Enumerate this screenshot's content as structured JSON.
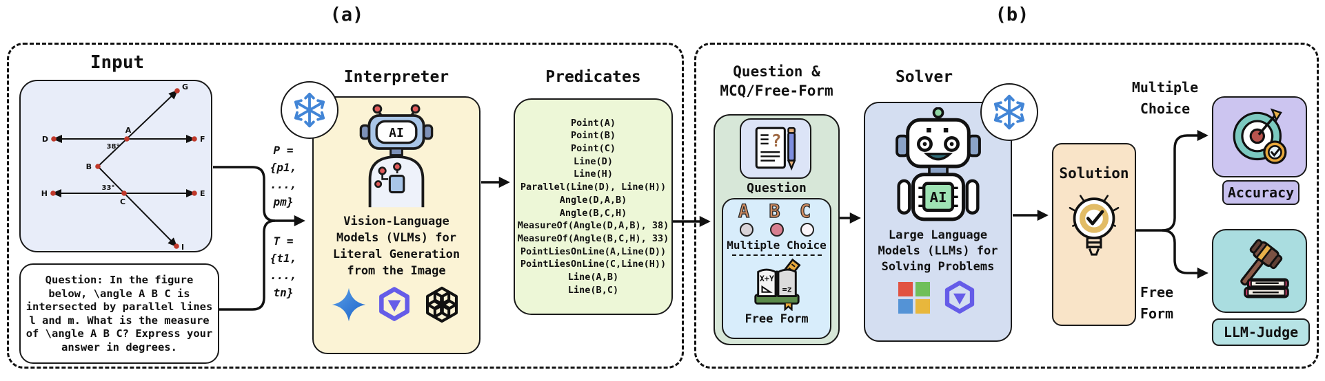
{
  "colors": {
    "panel_border": "#1a1a1a",
    "figure_box_bg": "#e8edf9",
    "interpreter_box_bg": "#fbf3d5",
    "predicates_box_bg": "#edf7d7",
    "question_mcq_box_bg": "#d7e7d8",
    "question_icon_box_bg": "#dce4f7",
    "mcq_subbox_bg": "#d8edfb",
    "solver_box_bg": "#d4def1",
    "solution_box_bg": "#f9e4c8",
    "accuracy_bg": "#ccc5f0",
    "llm_judge_bg": "#aadde0",
    "snowflake_blue": "#4285d6",
    "point_red": "#c0392b"
  },
  "panel_a": {
    "label": "(a)",
    "input": {
      "title": "Input",
      "figure": {
        "points": {
          "D": "D",
          "A": "A",
          "F": "F",
          "G": "G",
          "B": "B",
          "H": "H",
          "C": "C",
          "E": "E",
          "I": "I"
        },
        "angle_at_A": "38°",
        "angle_at_C": "33°"
      },
      "question_lines": [
        "Question: In the figure",
        "below, \\angle A B C is",
        "intersected by parallel lines",
        "l and m. What is the measure",
        "of \\angle A B C? Express your",
        "answer in degrees."
      ]
    },
    "p_set_lines": [
      "P =",
      "{p1,",
      "...,",
      "pm}"
    ],
    "t_set_lines": [
      "T =",
      "{t1,",
      "...,",
      "tn}"
    ],
    "interpreter": {
      "title": "Interpreter",
      "robot_label": "AI",
      "description_lines": [
        "Vision-Language",
        "Models (VLMs) for",
        "Literal Generation",
        "from the Image"
      ],
      "logos": [
        "gemini",
        "qwen",
        "openai"
      ]
    },
    "predicates": {
      "title": "Predicates",
      "items": [
        "Point(A)",
        "Point(B)",
        "Point(C)",
        "Line(D)",
        "Line(H)",
        "Parallel(Line(D), Line(H))",
        "Angle(D,A,B)",
        "Angle(B,C,H)",
        "MeasureOf(Angle(D,A,B), 38)",
        "MeasureOf(Angle(B,C,H), 33)",
        "PointLiesOnLine(A,Line(D))",
        "PointLiesOnLine(C,Line(H))",
        "Line(A,B)",
        "Line(B,C)"
      ]
    }
  },
  "panel_b": {
    "label": "(b)",
    "question_mcq": {
      "title_lines": [
        "Question &",
        "MCQ/Free-Form"
      ],
      "question_label": "Question",
      "question_icon_mark": "?",
      "mcq_letters": "A B C",
      "multiple_choice_label": "Multiple Choice",
      "book_text_1": "X+Y",
      "book_text_2": "=z",
      "free_form_label": "Free Form"
    },
    "solver": {
      "title": "Solver",
      "robot_label": "AI",
      "description_lines": [
        "Large Language",
        "Models (LLMs) for",
        "Solving Problems"
      ],
      "logos": [
        "microsoft",
        "qwen"
      ]
    },
    "solution": {
      "title": "Solution"
    },
    "outputs": {
      "multiple_choice_lines": [
        "Multiple",
        "Choice"
      ],
      "accuracy_badge": "Accuracy",
      "free_form_lines": [
        "Free",
        "Form"
      ],
      "llm_judge_badge": "LLM-Judge"
    }
  }
}
